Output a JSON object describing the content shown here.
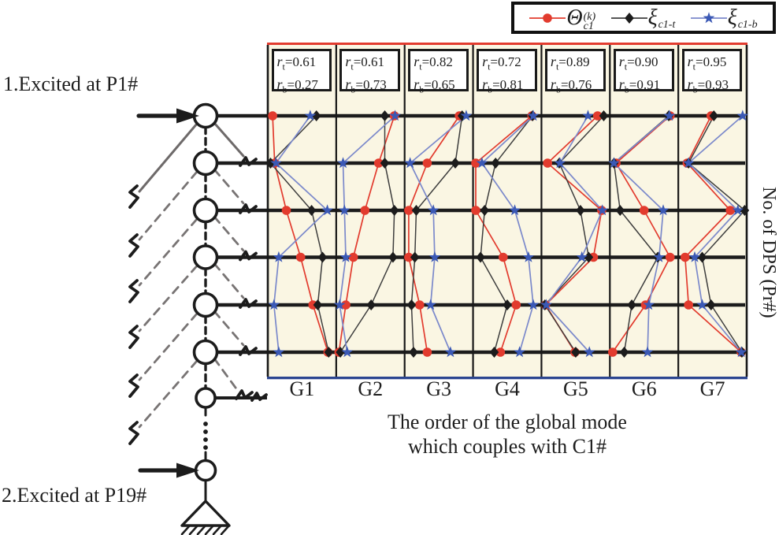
{
  "legend": {
    "items": [
      {
        "name": "theta-c1",
        "symbol": "Θ",
        "sup": "(k)",
        "sub": "c1",
        "marker": "circle"
      },
      {
        "name": "xi-c1-t",
        "symbol": "ξ",
        "sup": "",
        "sub": "c1-t",
        "marker": "diamond"
      },
      {
        "name": "xi-c1-b",
        "symbol": "ξ",
        "sup": "",
        "sub": "c1-b",
        "marker": "star"
      }
    ]
  },
  "diagram": {
    "label_top": "1.Excited at P1#",
    "label_bottom": "2.Excited at P19#"
  },
  "axis": {
    "ylabel": "No. of DPS (Pr#)",
    "xlabel_line1": "The order of the global mode",
    "xlabel_line2": "which couples with C1#"
  },
  "r_labels": {
    "var": "r",
    "sub_t": "t",
    "sub_b": "b",
    "eq": "="
  },
  "colors": {
    "red": "#E23B2E",
    "dark": "#1C1C1C",
    "dark_line": "#3D3D3D",
    "blue_marker": "#3B59B5",
    "blue_line": "#7B89CB",
    "panel_bg": "#FAF6E3",
    "top_border": "#E23B2E",
    "bottom_border": "#2B4590",
    "gray": "#6E6A6A"
  },
  "chart_data": {
    "type": "line",
    "x_categories": [
      "G1",
      "G2",
      "G3",
      "G4",
      "G5",
      "G6",
      "G7"
    ],
    "rows_per_panel": 6,
    "orientation": "vertical-profile-per-panel",
    "series_names": [
      "Theta_c1^(k)",
      "xi_c1-t",
      "xi_c1-b"
    ],
    "xlabel": "The order of the global mode which couples with C1#",
    "ylabel": "No. of DPS (Pr#)",
    "panels": [
      {
        "label": "G1",
        "r_t": "0.61",
        "r_b": "0.27",
        "series": {
          "theta": [
            0.07,
            0.1,
            0.27,
            0.48,
            0.66,
            0.88
          ],
          "xi_t": [
            0.71,
            0.04,
            0.64,
            0.8,
            0.73,
            0.89
          ],
          "xi_b": [
            0.62,
            0.12,
            0.87,
            0.16,
            0.09,
            0.16
          ]
        }
      },
      {
        "label": "G2",
        "r_t": "0.61",
        "r_b": "0.73",
        "series": {
          "theta": [
            0.85,
            0.62,
            0.42,
            0.25,
            0.14,
            0.04
          ],
          "xi_t": [
            0.71,
            0.71,
            0.85,
            0.83,
            0.51,
            0.06
          ],
          "xi_b": [
            0.86,
            0.1,
            0.12,
            0.14,
            0.05,
            0.16
          ]
        }
      },
      {
        "label": "G3",
        "r_t": "0.82",
        "r_b": "0.65",
        "series": {
          "theta": [
            0.8,
            0.33,
            0.06,
            0.06,
            0.22,
            0.33
          ],
          "xi_t": [
            0.84,
            0.74,
            0.17,
            0.15,
            0.1,
            0.13
          ],
          "xi_b": [
            0.9,
            0.08,
            0.42,
            0.44,
            0.38,
            0.67
          ]
        }
      },
      {
        "label": "G4",
        "r_t": "0.72",
        "r_b": "0.81",
        "series": {
          "theta": [
            0.86,
            0.04,
            0.04,
            0.44,
            0.63,
            0.4
          ],
          "xi_t": [
            0.87,
            0.33,
            0.17,
            0.11,
            0.5,
            0.31
          ],
          "xi_b": [
            0.88,
            0.13,
            0.61,
            0.81,
            0.88,
            0.68
          ]
        }
      },
      {
        "label": "G5",
        "r_t": "0.89",
        "r_b": "0.76",
        "series": {
          "theta": [
            0.82,
            0.09,
            0.88,
            0.76,
            0.06,
            0.49
          ],
          "xi_t": [
            0.91,
            0.26,
            0.57,
            0.69,
            0.05,
            0.5
          ],
          "xi_b": [
            0.68,
            0.27,
            0.89,
            0.59,
            0.07,
            0.7
          ]
        }
      },
      {
        "label": "G6",
        "r_t": "0.90",
        "r_b": "0.91",
        "series": {
          "theta": [
            0.88,
            0.09,
            0.5,
            0.88,
            0.52,
            0.04
          ],
          "xi_t": [
            0.86,
            0.06,
            0.15,
            0.7,
            0.32,
            0.21
          ],
          "xi_b": [
            0.87,
            0.06,
            0.78,
            0.72,
            0.57,
            0.55
          ]
        }
      },
      {
        "label": "G7",
        "r_t": "0.95",
        "r_b": "0.93",
        "series": {
          "theta": [
            0.48,
            0.13,
            0.76,
            0.1,
            0.15,
            0.92
          ],
          "xi_t": [
            0.52,
            0.15,
            0.97,
            0.35,
            0.48,
            0.93
          ],
          "xi_b": [
            0.94,
            0.15,
            0.87,
            0.24,
            0.35,
            0.92
          ]
        }
      }
    ]
  }
}
